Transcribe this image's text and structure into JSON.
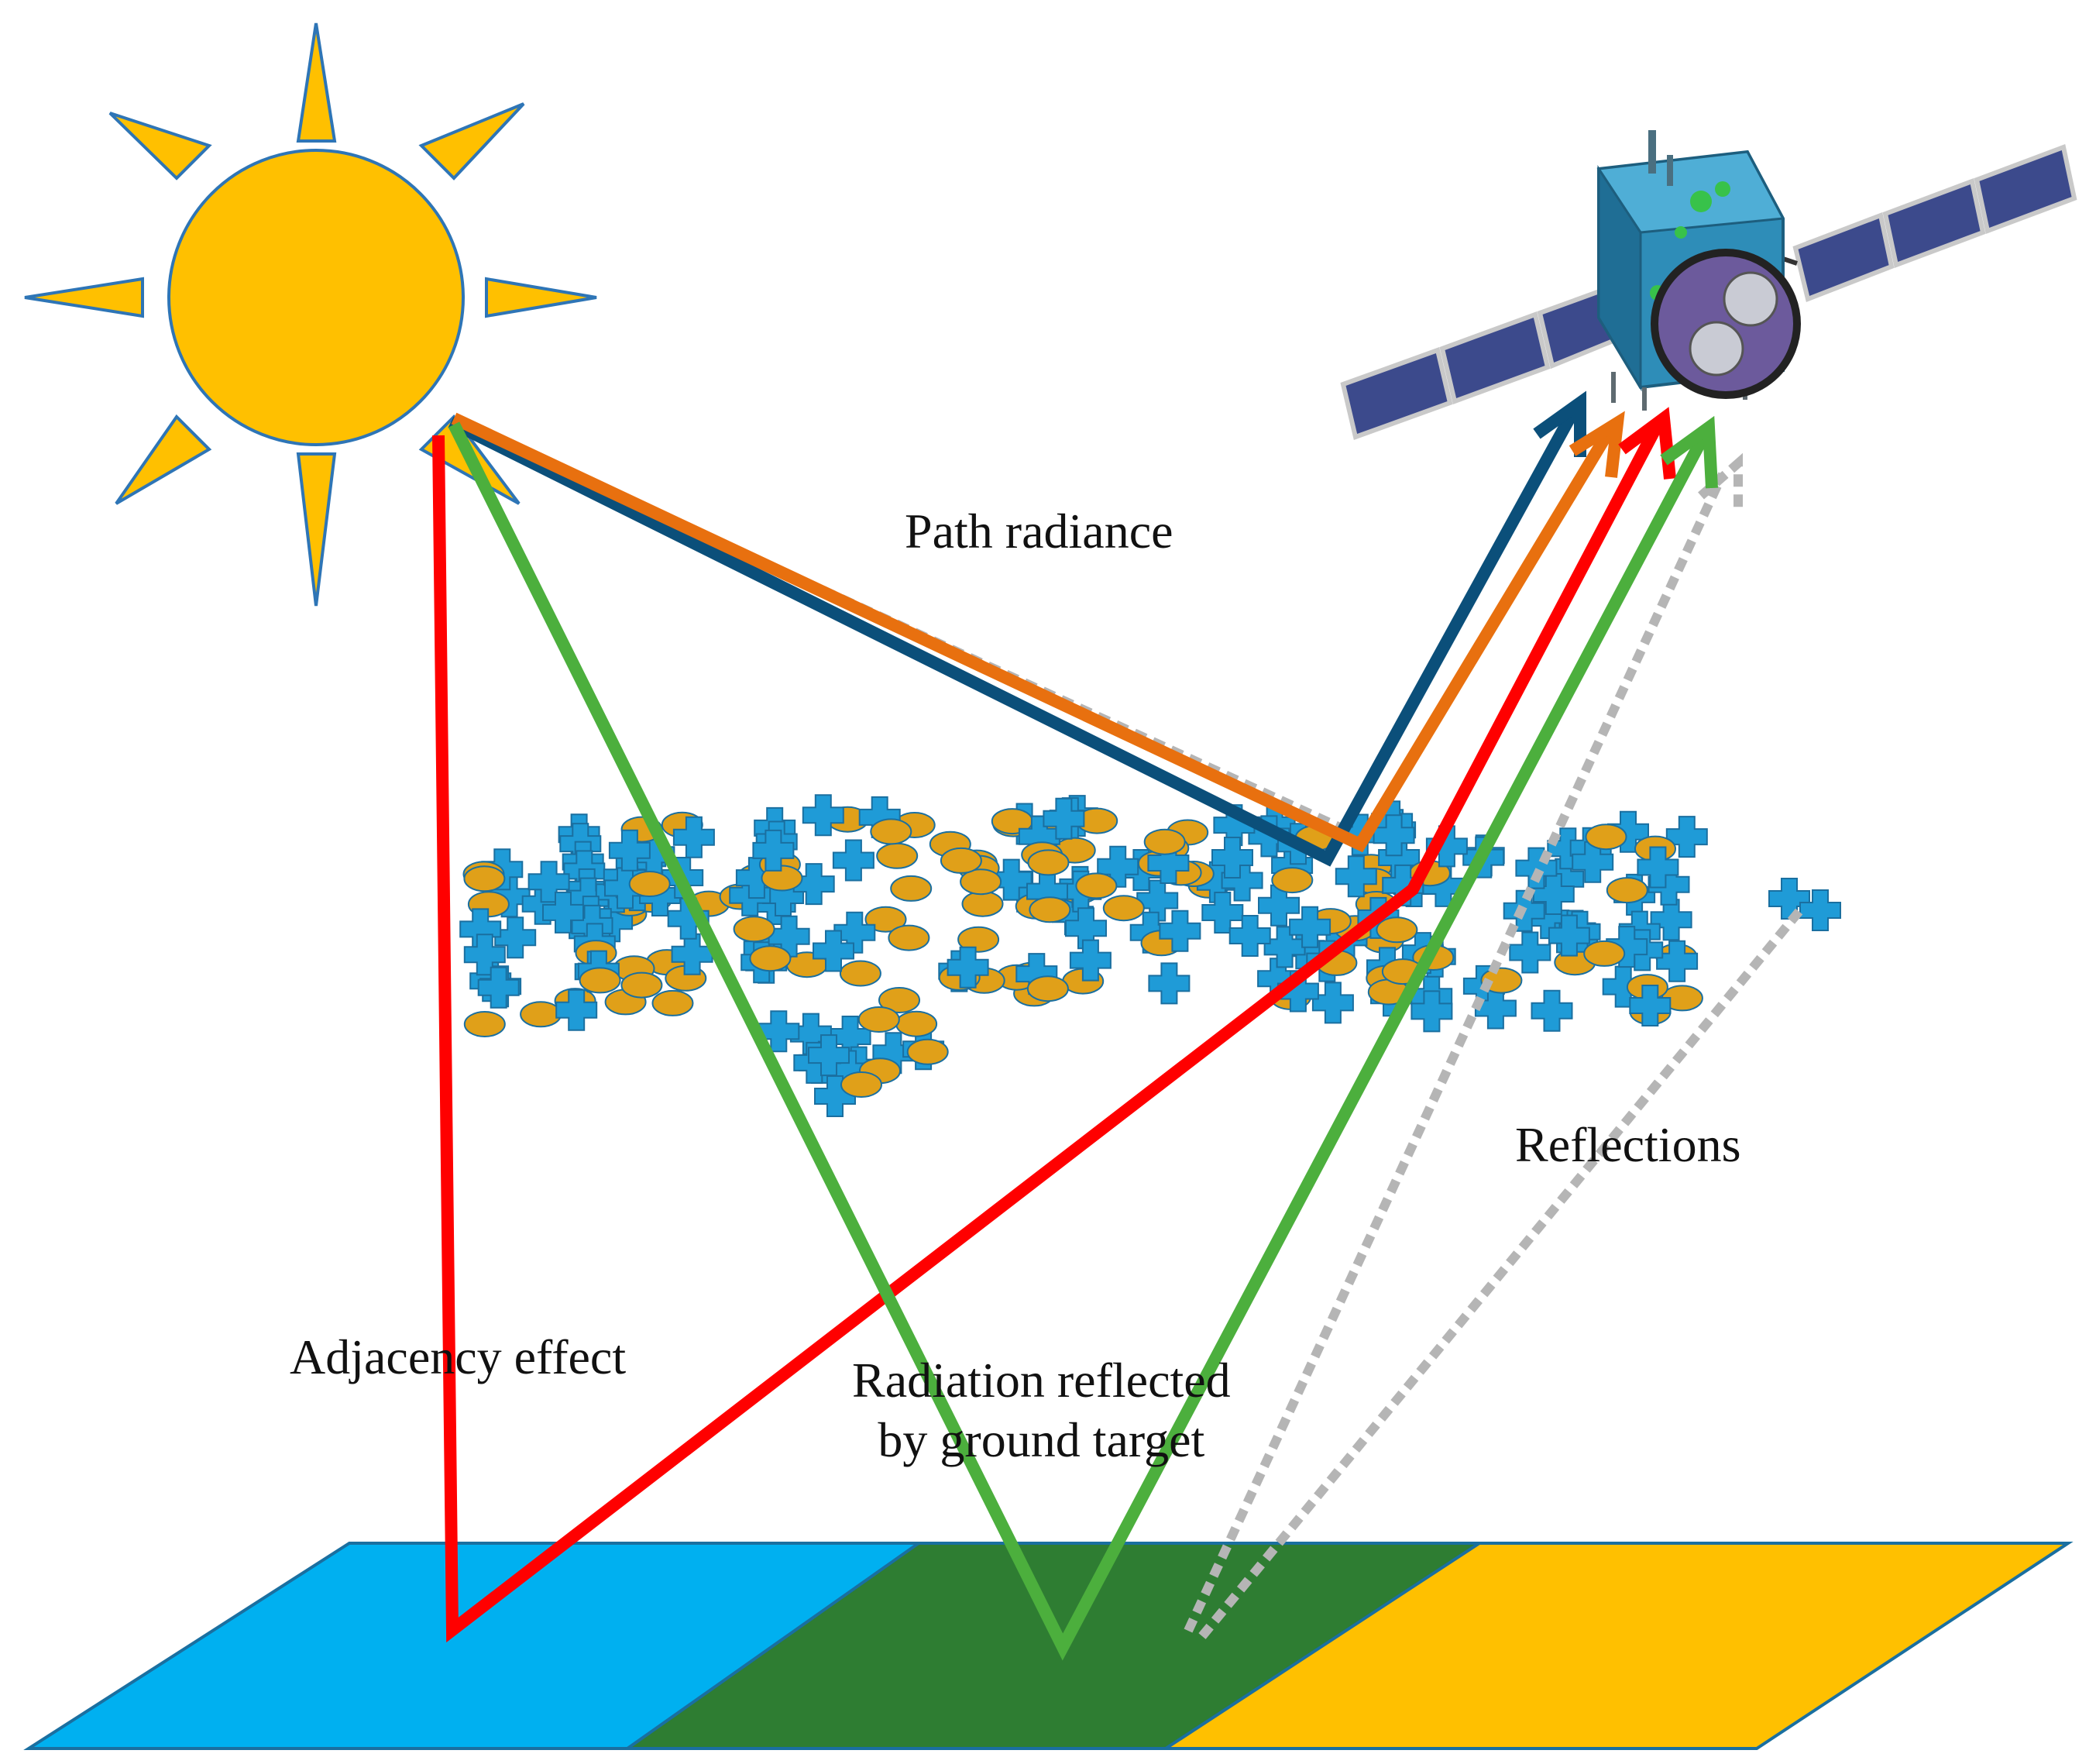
{
  "labels": {
    "path_radiance": "Path radiance",
    "reflections": "Reflections",
    "adjacency_effect": "Adjacency effect",
    "radiation_reflected_line1": "Radiation reflected",
    "radiation_reflected_line2": "by  ground target"
  },
  "colors": {
    "sun": "#FFC000",
    "sun_outline": "#2E75B6",
    "ground_water": "#00B0F0",
    "ground_vegetation": "#2E7D32",
    "ground_soil": "#FFC000",
    "aerosol_cross": "#1F9BD7",
    "aerosol_ellipse": "#E0A019",
    "ray_red": "#FF0000",
    "ray_green": "#4CAF3D",
    "ray_blue": "#0B4F7A",
    "ray_orange": "#E8700F",
    "ray_gray": "#B5B5B5",
    "satellite_body": "#2E8DB8",
    "solar_panel": "#3C4A8C"
  },
  "icons": {
    "sun": "sun-icon",
    "satellite": "satellite-icon"
  }
}
